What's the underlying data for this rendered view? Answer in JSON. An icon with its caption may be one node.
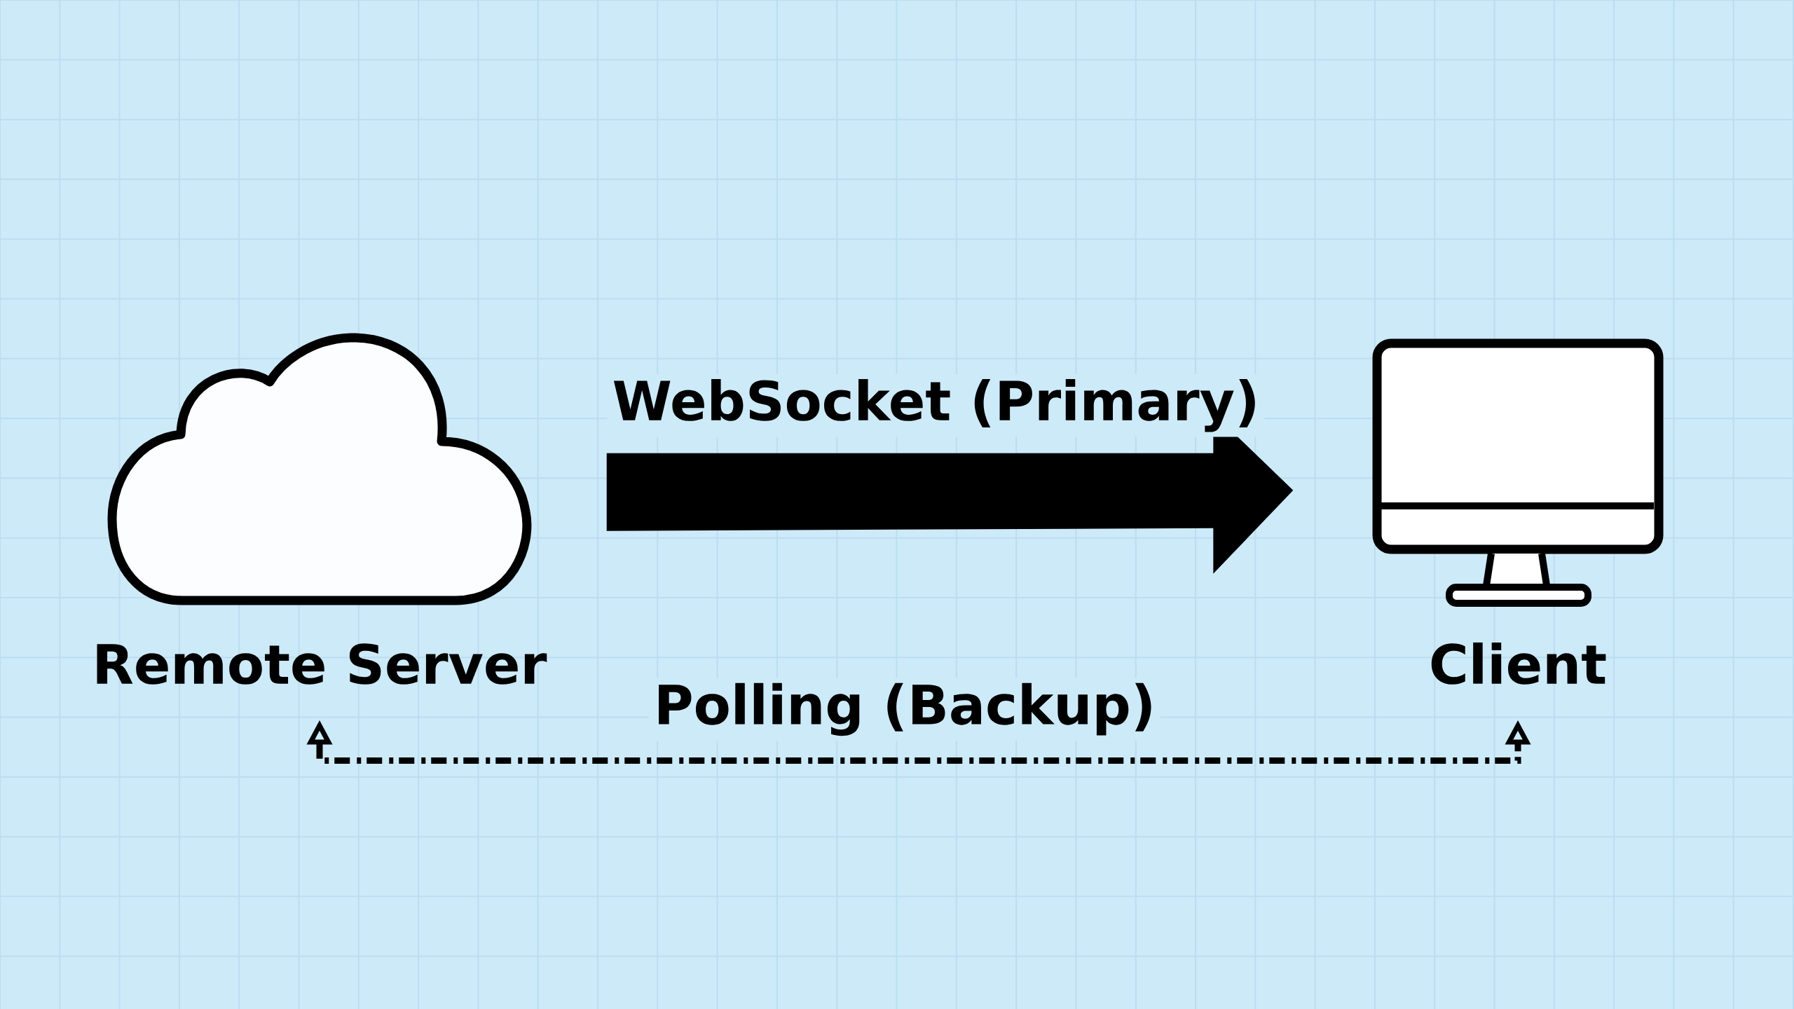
{
  "diagram": {
    "nodes": [
      {
        "text": [
          "Remote Server"
        ]
      },
      {
        "text": [
          "Client"
        ]
      }
    ],
    "edges": [
      {
        "from": 0,
        "to": 1,
        "arrow": "to",
        "label": "WebSocket (Primary)",
        "style": "thick"
      },
      {
        "from": 0,
        "to": 1,
        "arrow": "both",
        "label": "Polling (Backup)",
        "style": "dashed"
      }
    ]
  }
}
